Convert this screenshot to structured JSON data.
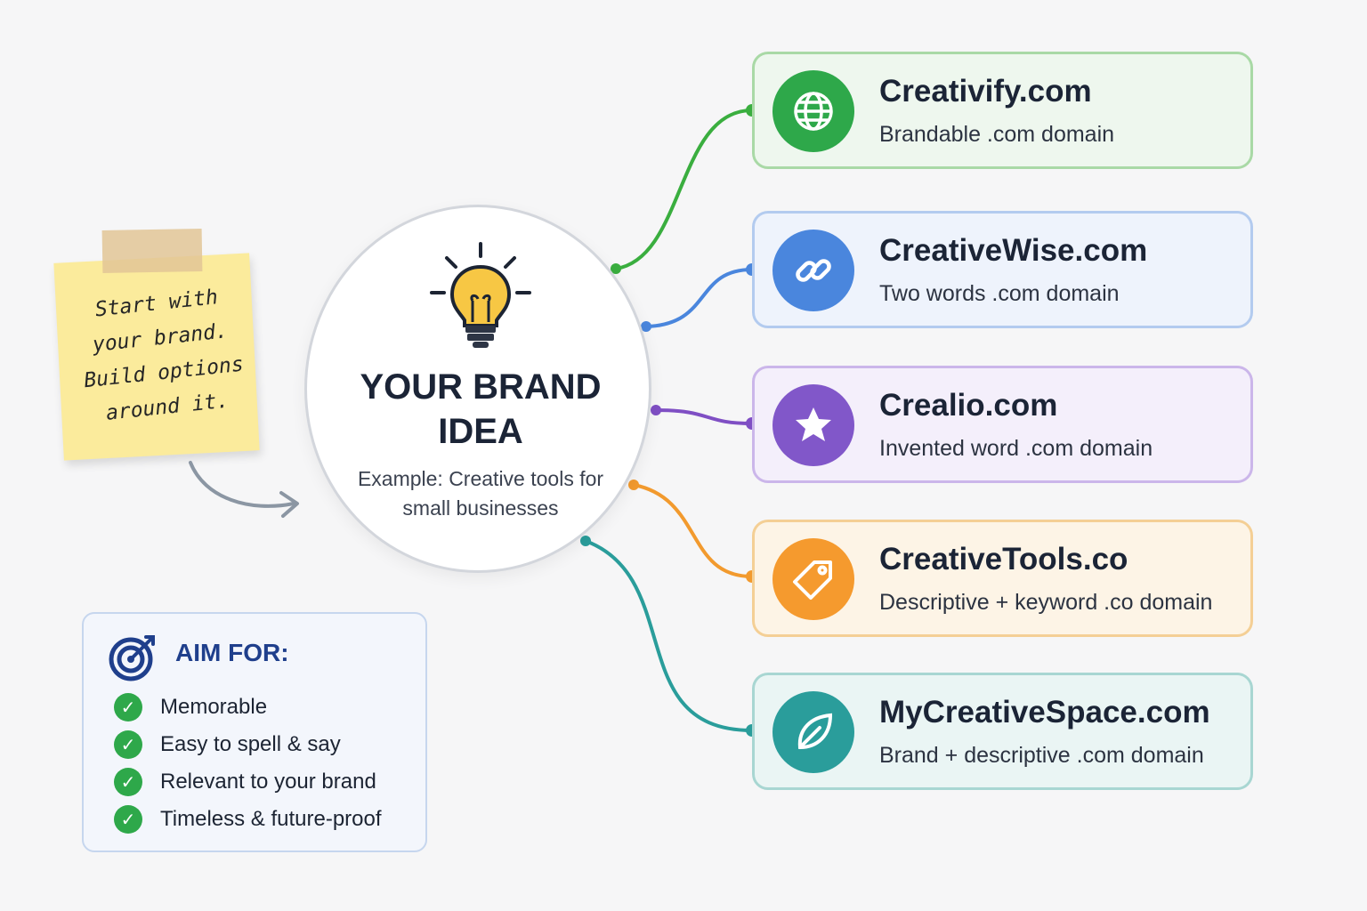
{
  "center": {
    "title": "YOUR BRAND IDEA",
    "subtitle": "Example: Creative tools for small businesses",
    "icon": "lightbulb-icon"
  },
  "sticky_note": {
    "text": "Start with\nyour brand.\nBuild options\naround it."
  },
  "aim_for": {
    "title": "AIM FOR:",
    "icon": "target-icon",
    "items": [
      "Memorable",
      "Easy to spell & say",
      "Relevant to your brand",
      "Timeless & future-proof"
    ]
  },
  "domains": [
    {
      "name": "Creativify.com",
      "description": "Brandable .com domain",
      "icon": "globe-icon",
      "color": "#2ea84a",
      "bg": "#eef7ee",
      "border": "#a9d9a6"
    },
    {
      "name": "CreativeWise.com",
      "description": "Two words .com domain",
      "icon": "link-icon",
      "color": "#4a86dd",
      "bg": "#eef3fc",
      "border": "#b3cbef"
    },
    {
      "name": "Crealio.com",
      "description": "Invented word .com domain",
      "icon": "star-icon",
      "color": "#8157c9",
      "bg": "#f4effb",
      "border": "#cbb6ea"
    },
    {
      "name": "CreativeTools.co",
      "description": "Descriptive + keyword .co domain",
      "icon": "tag-icon",
      "color": "#f59a2e",
      "bg": "#fdf4e6",
      "border": "#f4cf95"
    },
    {
      "name": "MyCreativeSpace.com",
      "description": "Brand + descriptive .com domain",
      "icon": "leaf-icon",
      "color": "#2a9d9b",
      "bg": "#eaf5f4",
      "border": "#a8d6d2"
    }
  ],
  "colors": {
    "background": "#f6f6f7",
    "title_text": "#1b2436",
    "aim_title": "#1f3f8c",
    "check": "#2ea84a"
  }
}
